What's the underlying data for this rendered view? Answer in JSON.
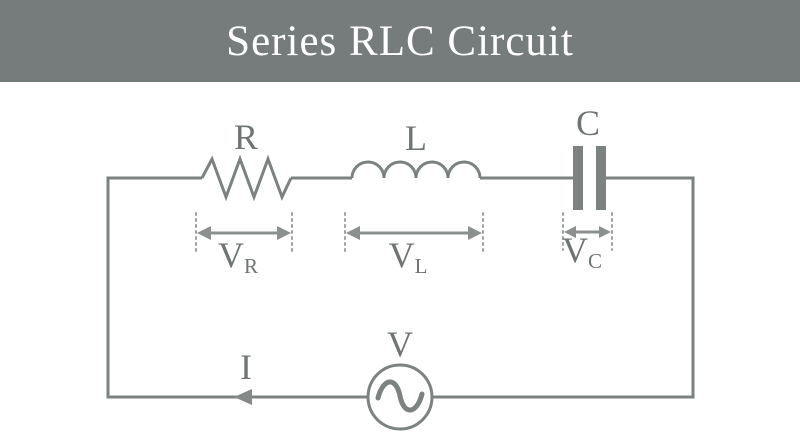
{
  "header": {
    "title": "Series RLC Circuit",
    "bg_color": "#757c7b",
    "text_color": "#ffffff"
  },
  "diagram": {
    "components": {
      "resistor_label": "R",
      "inductor_label": "L",
      "capacitor_label": "C"
    },
    "source_label": "V",
    "current_label": "I",
    "voltage_drops": [
      {
        "name": "resistor-voltage",
        "main": "V",
        "sub": "R"
      },
      {
        "name": "inductor-voltage",
        "main": "V",
        "sub": "L"
      },
      {
        "name": "capacitor-voltage",
        "main": "V",
        "sub": "C"
      }
    ],
    "colors": {
      "wire": "#7c8280",
      "label": "#6f7574",
      "dotted_guide": "#a0a09e",
      "measure_arrow": "#8b8f8d",
      "background": "#ffffff"
    }
  }
}
